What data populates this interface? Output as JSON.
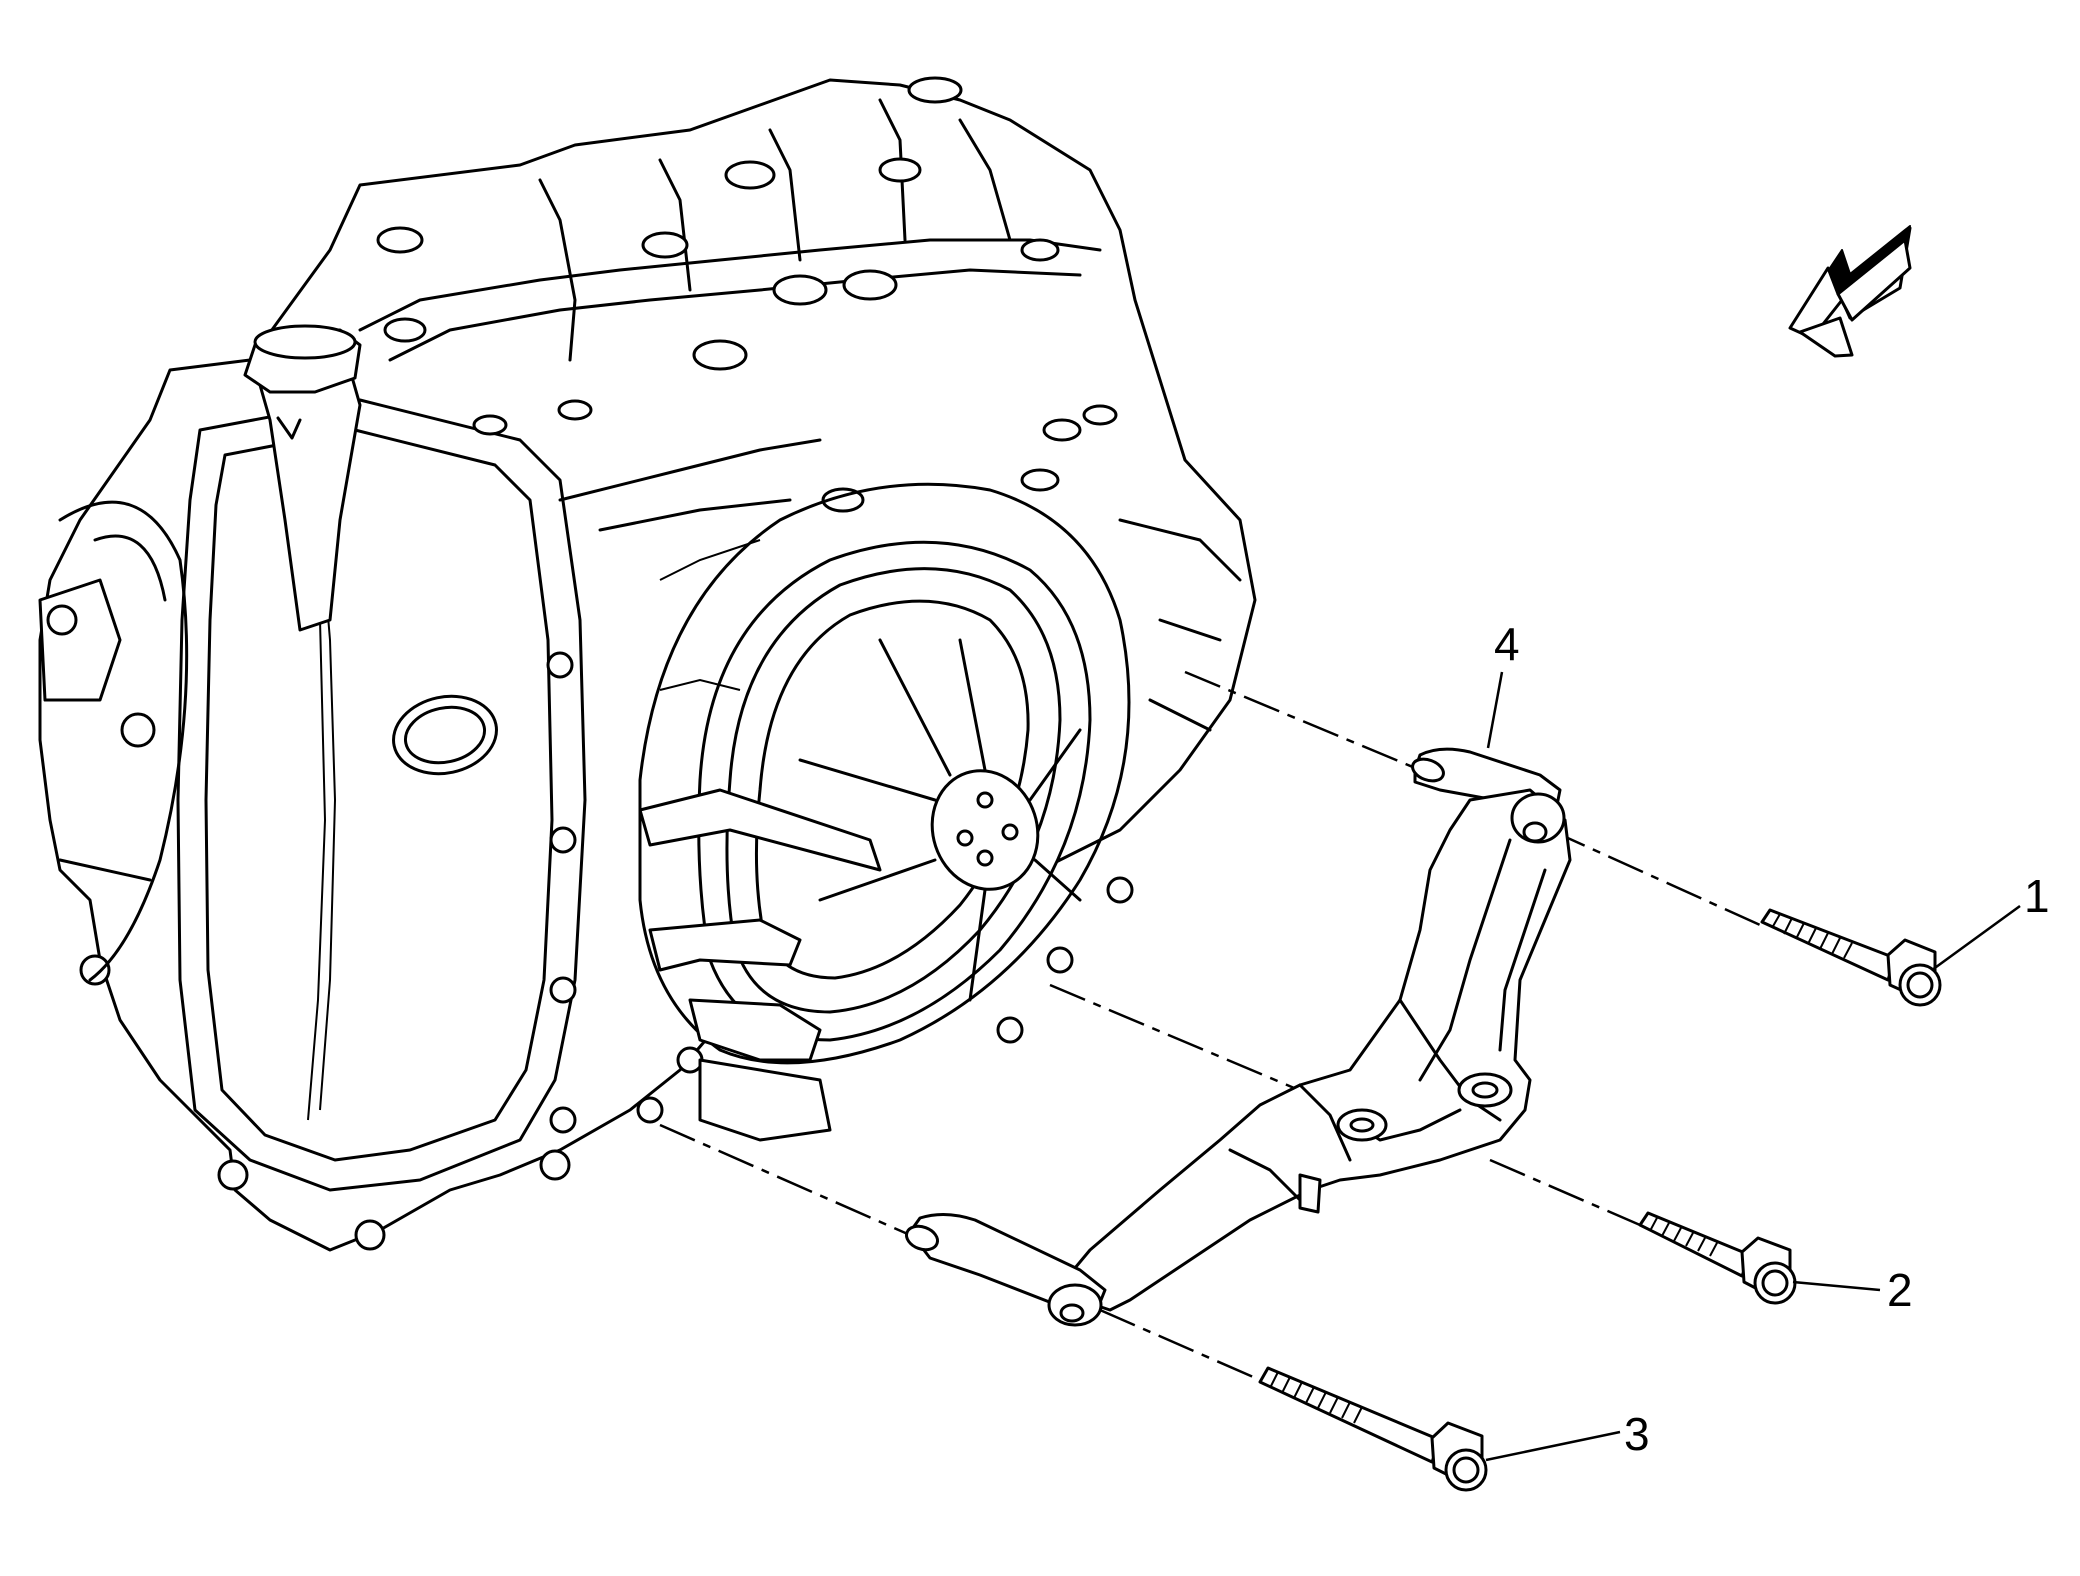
{
  "callouts": [
    {
      "id": "1",
      "label": "1"
    },
    {
      "id": "2",
      "label": "2"
    },
    {
      "id": "3",
      "label": "3"
    },
    {
      "id": "4",
      "label": "4"
    }
  ],
  "icons": {
    "direction_arrow": "front-direction-arrow-icon"
  },
  "colors": {
    "line": "#000000",
    "background": "#ffffff"
  }
}
